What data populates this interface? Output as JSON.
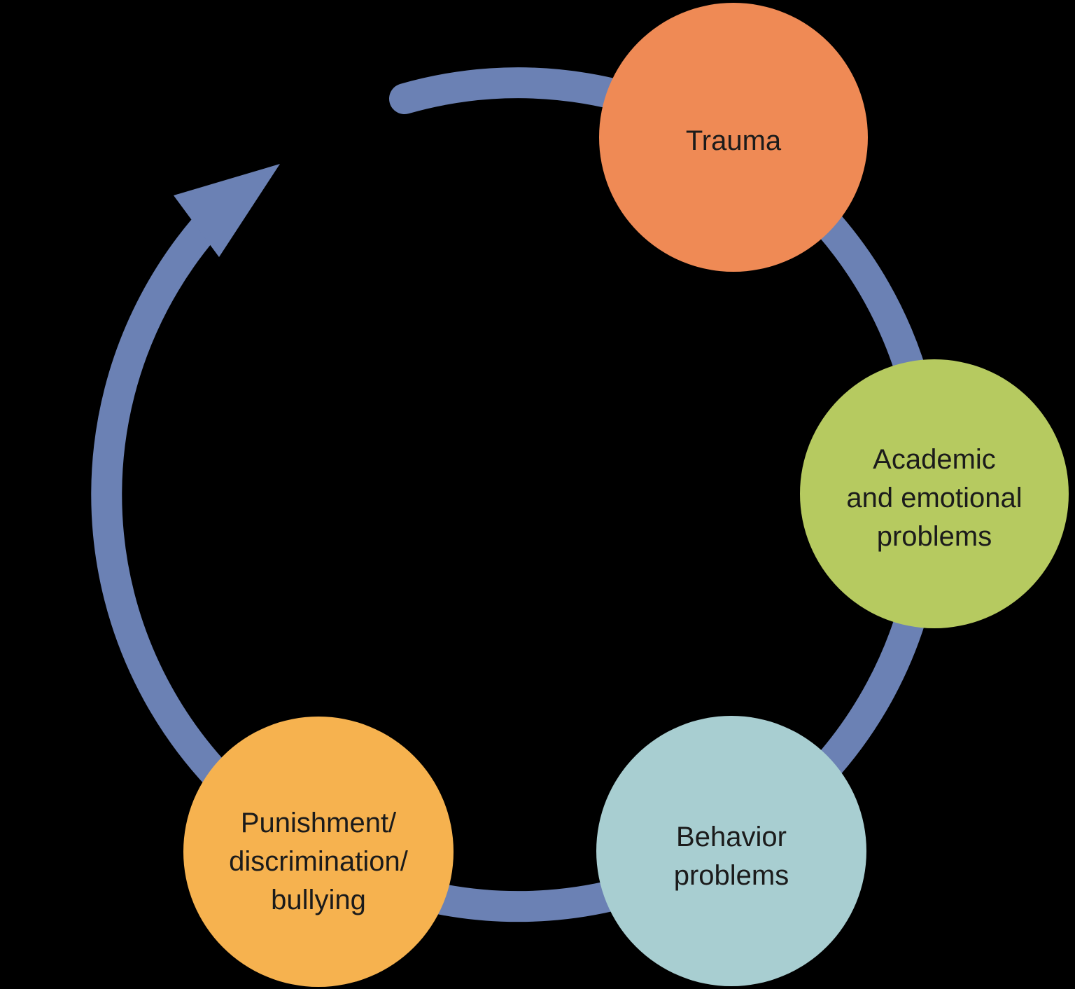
{
  "background_color": "#000000",
  "text_color": "#1B1B1B",
  "arrow": {
    "color": "#6B81B4",
    "direction": "clockwise"
  },
  "nodes": [
    {
      "id": "trauma",
      "color": "#EF8A55",
      "lines": [
        "Trauma"
      ]
    },
    {
      "id": "academic-and-emotional-problems",
      "color": "#B6CA60",
      "lines": [
        "Academic",
        "and emotional",
        "problems"
      ]
    },
    {
      "id": "behavior-problems",
      "color": "#A8CED1",
      "lines": [
        "Behavior",
        "problems"
      ]
    },
    {
      "id": "punishment-discrimination-bullying",
      "color": "#F6B24F",
      "lines": [
        "Punishment/",
        "discrimination/",
        "bullying"
      ]
    }
  ]
}
